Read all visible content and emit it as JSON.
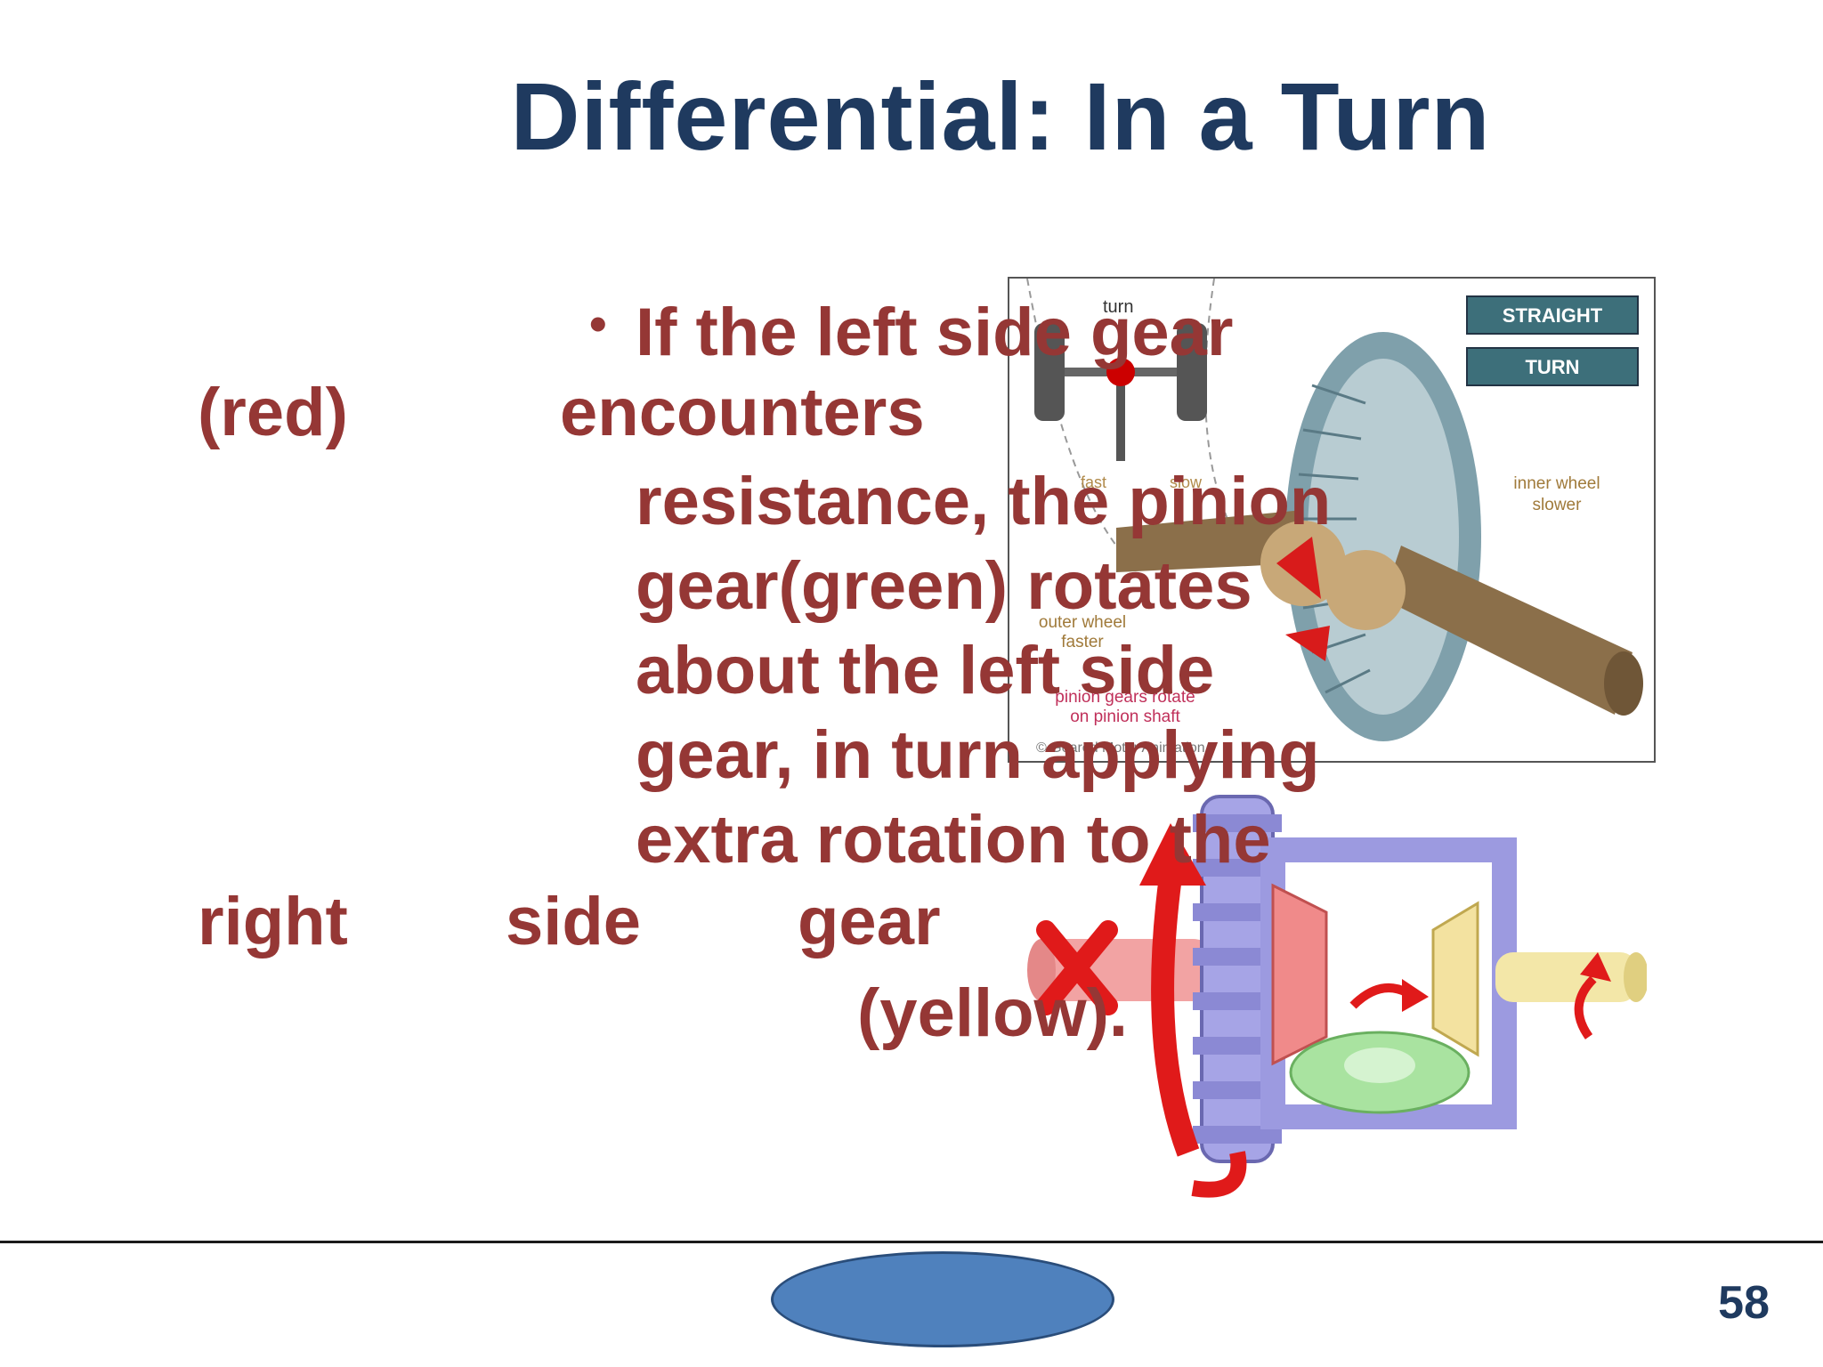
{
  "slide": {
    "title": "Differential: In a Turn",
    "page_number": "58"
  },
  "bullet": {
    "marker": "•",
    "line1": "If  the  left  side  gear",
    "line2a": "(red)",
    "line2b": "encounters",
    "line3": "resistance, the pinion",
    "line4": "gear(green)  rotates",
    "line5": "about  the  left  side",
    "line6": "gear, in turn applying",
    "line7": "extra  rotation  to  the",
    "line8a": "right",
    "line8b": "side",
    "line8c": "gear",
    "line9": "(yellow)."
  },
  "diagram_top": {
    "buttons": [
      "STRAIGHT",
      "TURN"
    ],
    "labels": {
      "turn": "turn",
      "fast": "fast",
      "slow": "slow",
      "inner_wheel": "inner wheel",
      "inner_slower": "slower",
      "outer_wheel": "outer wheel",
      "outer_faster": "faster",
      "pinion1": "pinion gears rotate",
      "pinion2": "on pinion shaft",
      "credit": "© Geared Motor Animation"
    }
  },
  "colors": {
    "title": "#1f3a5f",
    "body_text": "#953735",
    "oval_fill": "#4f81bd"
  }
}
